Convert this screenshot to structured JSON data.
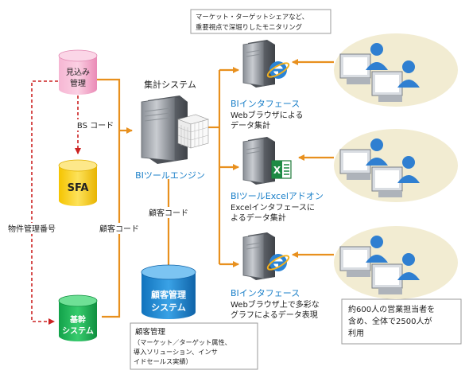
{
  "nodes": {
    "mikomi": {
      "line1": "見込み",
      "line2": "管理"
    },
    "sfa": {
      "label": "SFA"
    },
    "kikan": {
      "line1": "基幹",
      "line2": "システム"
    },
    "kokyaku_system": {
      "line1": "顧客管理",
      "line2": "システム"
    },
    "shukei": {
      "label": "集計システム"
    },
    "engine": {
      "label": "BIツールエンジン"
    }
  },
  "edge_labels": {
    "bs_code": "BS コード",
    "bukken": "物件管理番号",
    "kokyaku_code_left": "顧客コード",
    "kokyaku_code_center": "顧客コード"
  },
  "callouts": {
    "top": {
      "line1": "マーケット・ターゲットシェアなど、",
      "line2": "重要視点で深堀りしたモニタリング"
    },
    "kokyaku": {
      "line1": "顧客管理",
      "line2": "（マーケット／ターゲット属性、",
      "line3": "導入ソリューション、インサ",
      "line4": "イドセールス実績）"
    },
    "users": {
      "line1": "約600人の営業担当者を",
      "line2": "含め、全体で2500人が",
      "line3": "利用"
    }
  },
  "servers": {
    "s1": {
      "title": "BIインタフェース",
      "line1": "Webブラウザによる",
      "line2": "データ集計"
    },
    "s2": {
      "title": "BIツールExcelアドオン",
      "line1": "Excelインタフェースに",
      "line2": "よるデータ集計"
    },
    "s3": {
      "title": "BIインタフェース",
      "line1": "Webブラウザ上で多彩な",
      "line2": "グラフによるデータ表現"
    }
  },
  "colors": {
    "orange": "#e8901e",
    "red": "#cc2222",
    "pink": "#f3a3c8",
    "yellow": "#f7d21c",
    "green": "#1fb55a",
    "blue": "#1a7fc8",
    "cream": "#f2ecd2"
  },
  "icons": [
    "server-icon",
    "ie-icon",
    "excel-icon",
    "user-group-icon",
    "cube-grid-icon"
  ]
}
